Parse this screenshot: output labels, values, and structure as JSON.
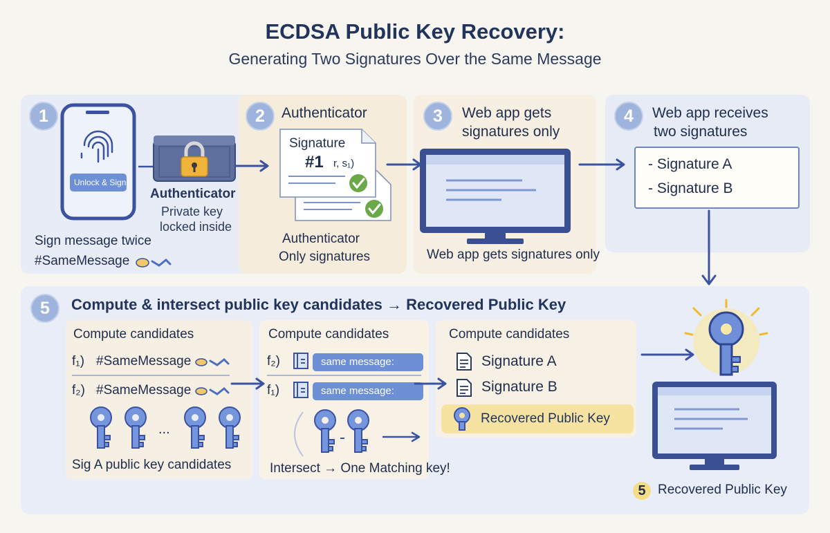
{
  "title": "ECDSA Public Key Recovery:",
  "subtitle": "Generating Two Signatures Over the Same Message",
  "step1": {
    "number": "1",
    "button_label": "Unlock & Sign",
    "device_label": "Authenticator",
    "device_caption_1": "Private key",
    "device_caption_2": "locked inside",
    "caption": "Sign message twice",
    "message_tag": "#SameMessage"
  },
  "step2": {
    "number": "2",
    "heading": "Authenticator",
    "doc_title": "Signature",
    "doc_subtitle": "#1",
    "doc_params": "r, s₁)",
    "caption_1": "Authenticator",
    "caption_2": "Only signatures"
  },
  "step3": {
    "number": "3",
    "heading_1": "Web app gets",
    "heading_2": "signatures only",
    "caption": "Web app gets signatures only"
  },
  "step4": {
    "number": "4",
    "heading_1": "Web app receives",
    "heading_2": "two signatures",
    "items": [
      "- Signature A",
      "- Signature B"
    ]
  },
  "step5": {
    "number": "5",
    "heading": "Compute & intersect public key candidates → Recovered Public Key",
    "col_a": {
      "heading": "Compute candidates",
      "row1_fn": "f₁)",
      "row1_msg": "#SameMessage",
      "row2_fn": "f₂)",
      "row2_msg": "#SameMessage",
      "ellipsis": "...",
      "caption": "Sig A public key candidates"
    },
    "col_b": {
      "heading": "Compute candidates",
      "row1_fn": "f₂)",
      "row1_msg": "same message:",
      "row2_fn": "f₁)",
      "row2_msg": "same message:",
      "caption": "Intersect → One Matching key!"
    },
    "col_c": {
      "heading": "Compute candidates",
      "items": [
        "Signature A",
        "Signature B"
      ],
      "recovered": "Recovered Public Key"
    },
    "result_badge": "5",
    "result_label": "Recovered Public Key"
  },
  "colors": {
    "accent_blue": "#3f5aa6",
    "key_blue": "#6f8fd8",
    "lock_gold": "#f0b43a",
    "check_green": "#5c9a3c",
    "highlight_yellow": "#f7e3a1"
  }
}
